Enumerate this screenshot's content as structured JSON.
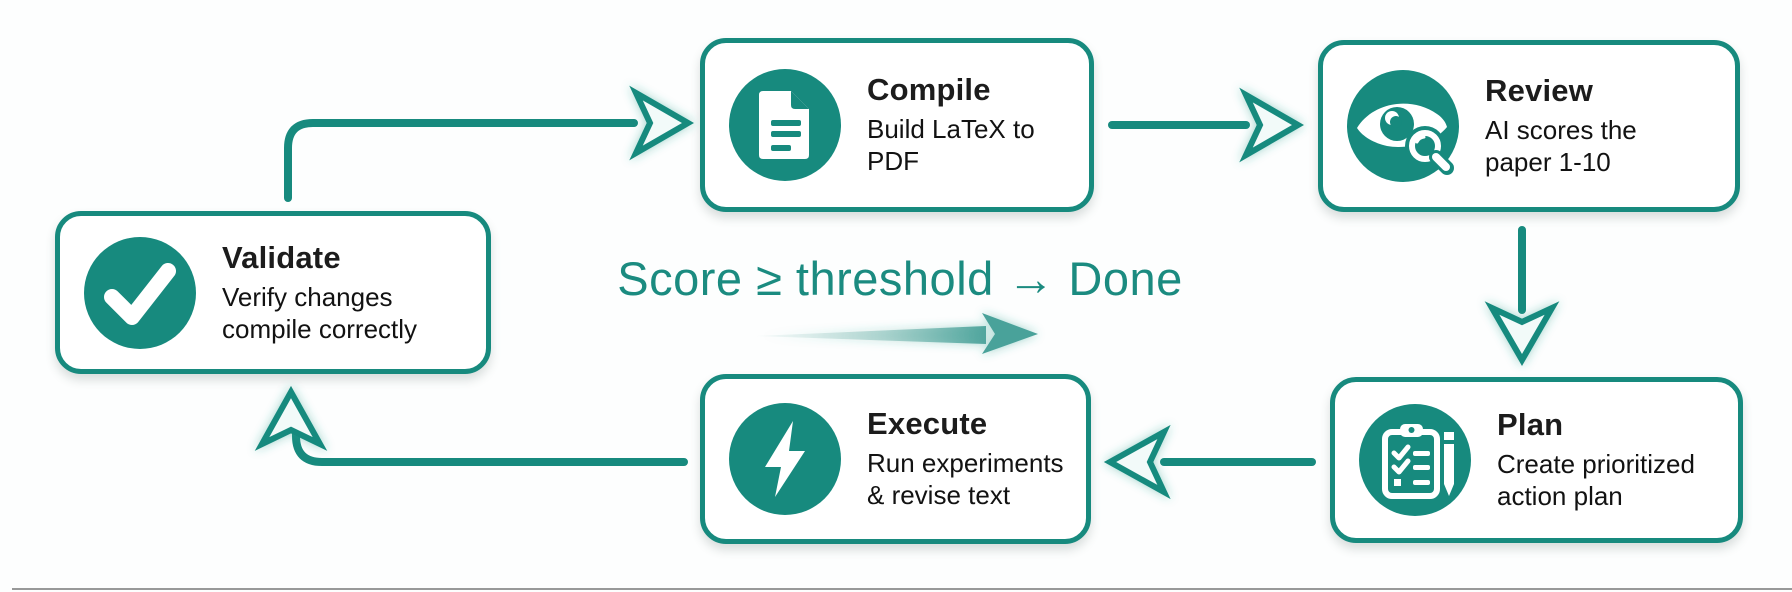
{
  "diagram": {
    "center_label": "Score ≥ threshold → Done",
    "nodes": [
      {
        "id": "compile",
        "title": "Compile",
        "description": "Build LaTeX to PDF",
        "icon": "document-icon"
      },
      {
        "id": "review",
        "title": "Review",
        "description": "AI scores the paper 1-10",
        "icon": "eye-magnifier-icon"
      },
      {
        "id": "plan",
        "title": "Plan",
        "description": "Create prioritized action plan",
        "icon": "clipboard-pencil-icon"
      },
      {
        "id": "execute",
        "title": "Execute",
        "description": "Run experiments & revise text",
        "icon": "lightning-icon"
      },
      {
        "id": "validate",
        "title": "Validate",
        "description": "Verify changes compile correctly",
        "icon": "checkmark-icon"
      }
    ],
    "edges": [
      {
        "from": "validate",
        "to": "compile"
      },
      {
        "from": "compile",
        "to": "review"
      },
      {
        "from": "review",
        "to": "plan"
      },
      {
        "from": "plan",
        "to": "execute"
      },
      {
        "from": "execute",
        "to": "validate"
      },
      {
        "from": "review",
        "to": "done",
        "condition": "Score ≥ threshold"
      }
    ],
    "colors": {
      "accent": "#178a7e",
      "title_text": "#1c1c1c",
      "description_text": "#121212",
      "box_background": "#ffffff"
    }
  }
}
